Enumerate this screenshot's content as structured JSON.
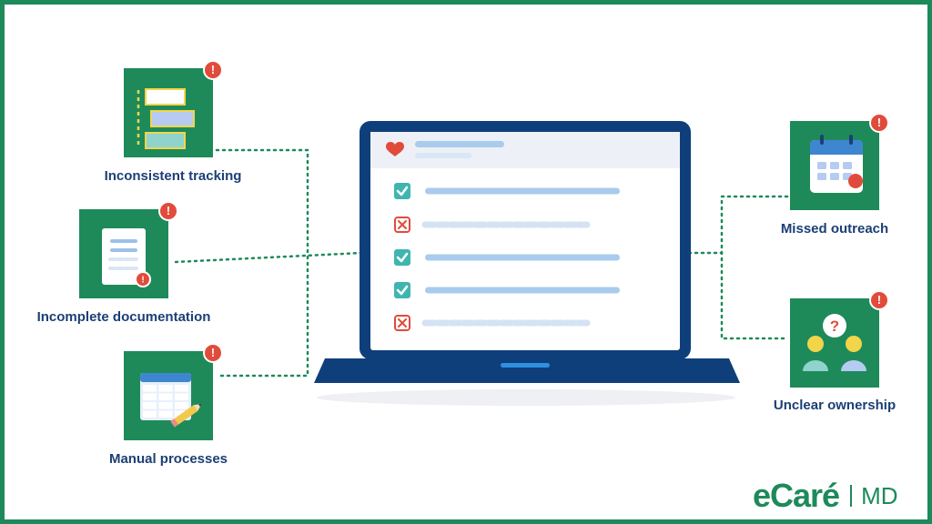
{
  "issues": [
    {
      "label": "Inconsistent tracking",
      "icon": "timeline-boxes-icon"
    },
    {
      "label": "Incomplete documentation",
      "icon": "document-alert-icon"
    },
    {
      "label": "Manual processes",
      "icon": "spreadsheet-pencil-icon"
    },
    {
      "label": "Missed outreach",
      "icon": "calendar-icon"
    },
    {
      "label": "Unclear ownership",
      "icon": "people-question-icon"
    }
  ],
  "alert_symbol": "!",
  "question_symbol": "?",
  "checklist": [
    "checked",
    "failed",
    "checked",
    "checked",
    "failed"
  ],
  "logo": {
    "main": "eCaré",
    "sub": "MD"
  },
  "colors": {
    "brand_green": "#1e8a5a",
    "navy": "#0f3f7a",
    "alert_red": "#e14b3b",
    "check_teal": "#3fb5b0",
    "line_blue": "#a9cbed",
    "text_navy": "#1c3f75"
  }
}
